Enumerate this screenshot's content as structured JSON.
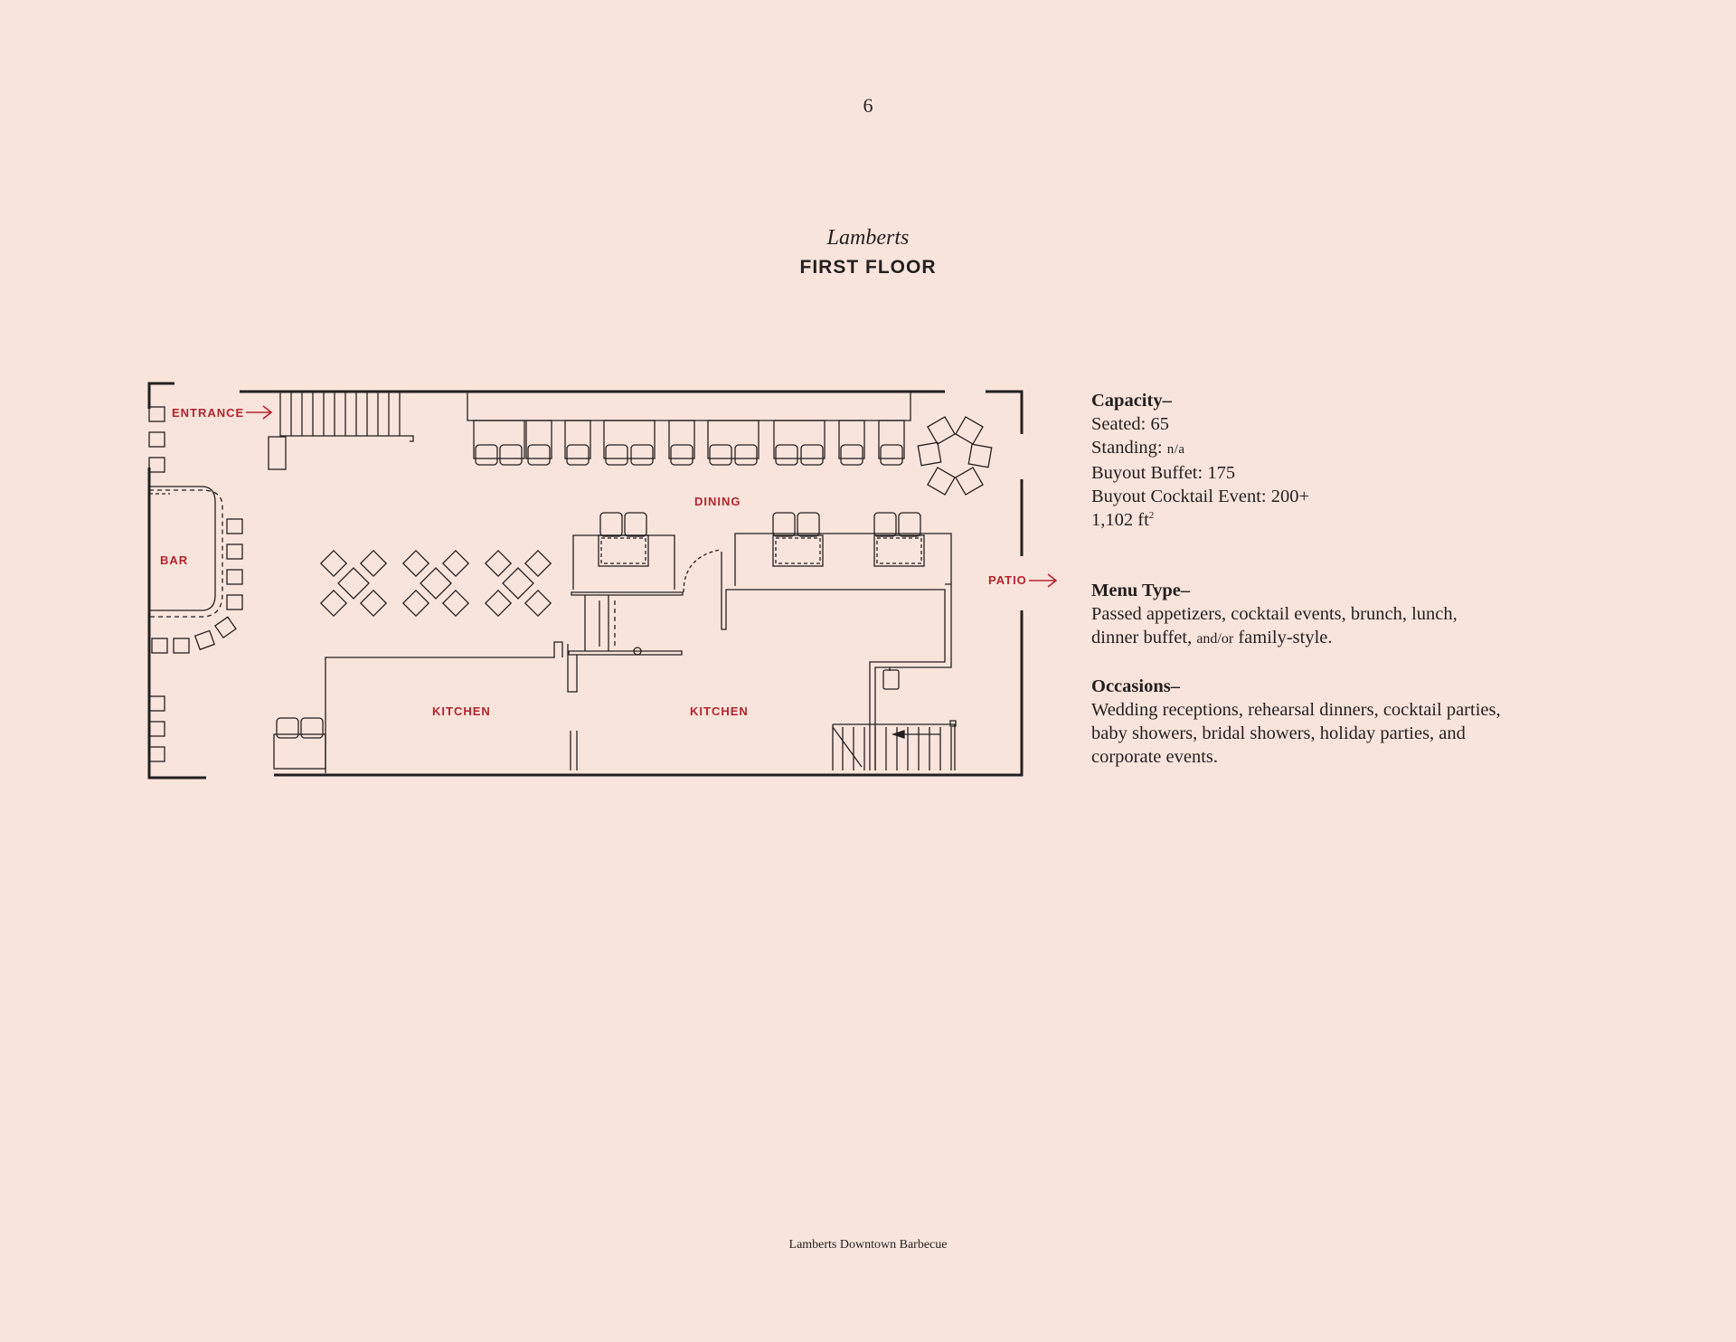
{
  "page_number": "6",
  "venue_name": "Lamberts",
  "floor_title": "FIRST FLOOR",
  "plan_labels": {
    "entrance": "ENTRANCE",
    "bar": "BAR",
    "dining": "DINING",
    "patio": "PATIO",
    "kitchen_left": "KITCHEN",
    "kitchen_right": "KITCHEN"
  },
  "capacity": {
    "heading": "Capacity–",
    "seated": "Seated: 65",
    "standing_prefix": "Standing: ",
    "standing_value": "n/a",
    "buyout_buffet": "Buyout Buffet: 175",
    "buyout_cocktail": "Buyout Cocktail Event: 200+",
    "area_value": "1,102 ft",
    "area_exponent": "2"
  },
  "menu_type": {
    "heading": "Menu Type–",
    "line1": "Passed appetizers, cocktail events, brunch, lunch,",
    "line2_start": "dinner buffet, ",
    "line2_small": "and/or",
    "line2_end": " family-style."
  },
  "occasions": {
    "heading": "Occasions–",
    "line1": "Wedding receptions, rehearsal dinners, cocktail parties,",
    "line2": "baby showers, bridal showers, holiday parties, and",
    "line3": "corporate events."
  },
  "footer": "Lamberts Downtown Barbecue",
  "colors": {
    "background": "#f9e4dc",
    "accent": "#b5232c",
    "ink": "#231f20"
  }
}
